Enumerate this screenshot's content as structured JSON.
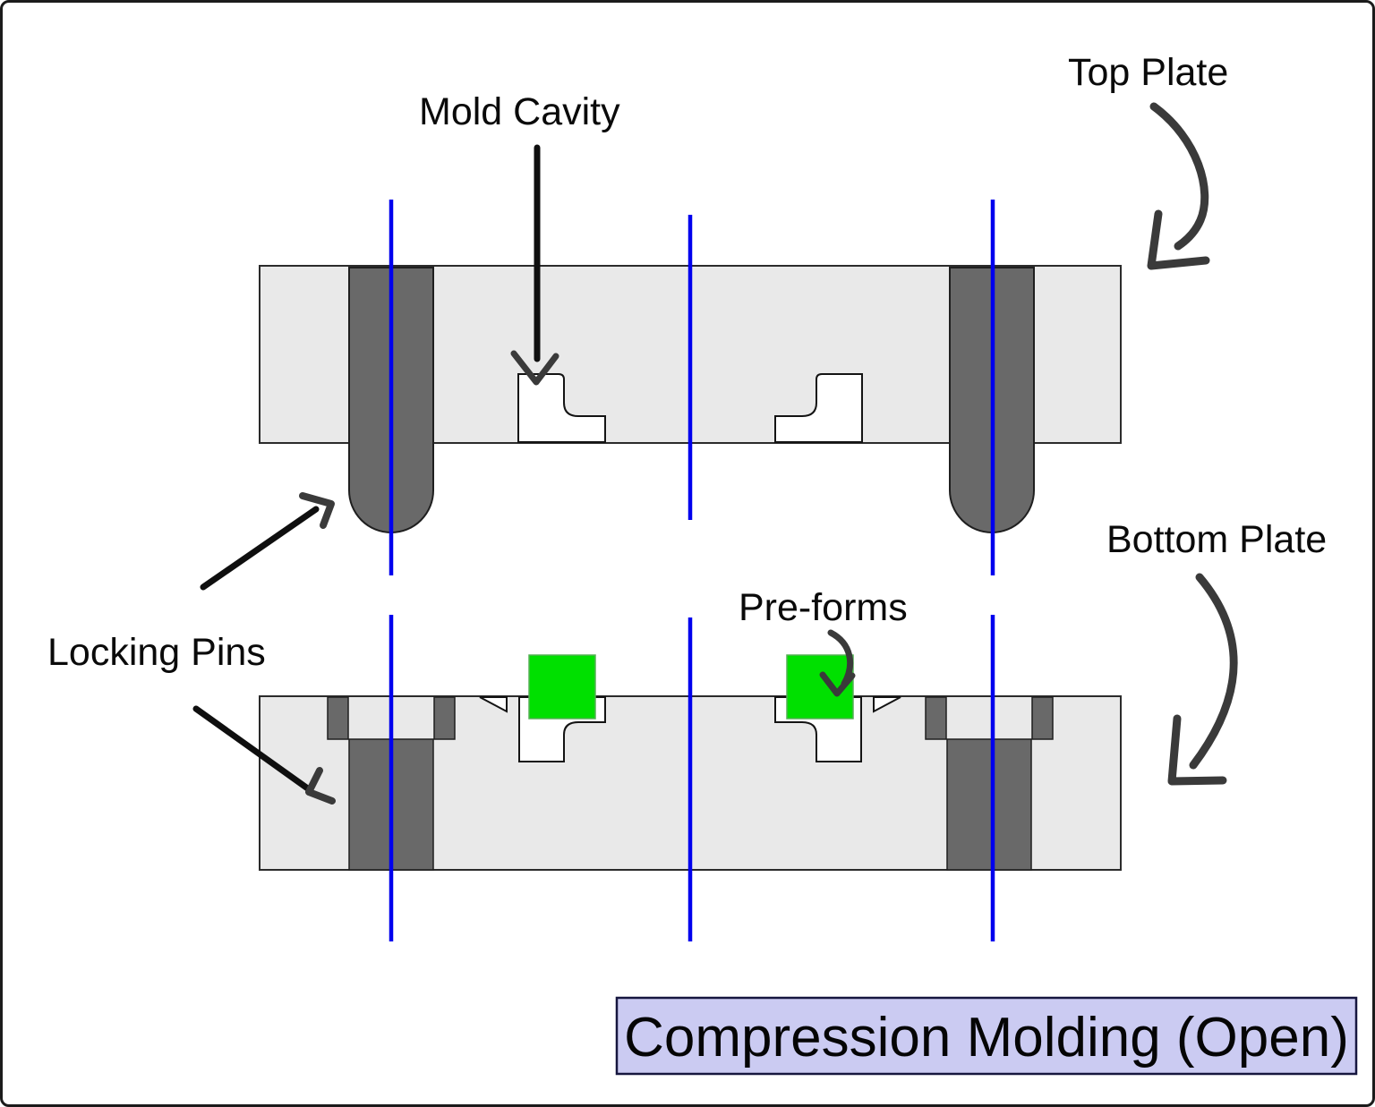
{
  "title": {
    "text": "Compression Molding (Open)"
  },
  "labels": {
    "mold_cavity": "Mold Cavity",
    "top_plate": "Top Plate",
    "bottom_plate": "Bottom Plate",
    "pre_forms": "Pre-forms",
    "locking_pins": "Locking Pins"
  },
  "colors": {
    "plate_fill": "#e9e9e9",
    "pin_fill": "#696969",
    "preform_fill": "#00e000",
    "centerline": "#0000ee",
    "arrow": "#3a3a3a",
    "title_bg": "#cbcbf2",
    "title_border": "#16163f",
    "outline": "#1b1b1b"
  }
}
